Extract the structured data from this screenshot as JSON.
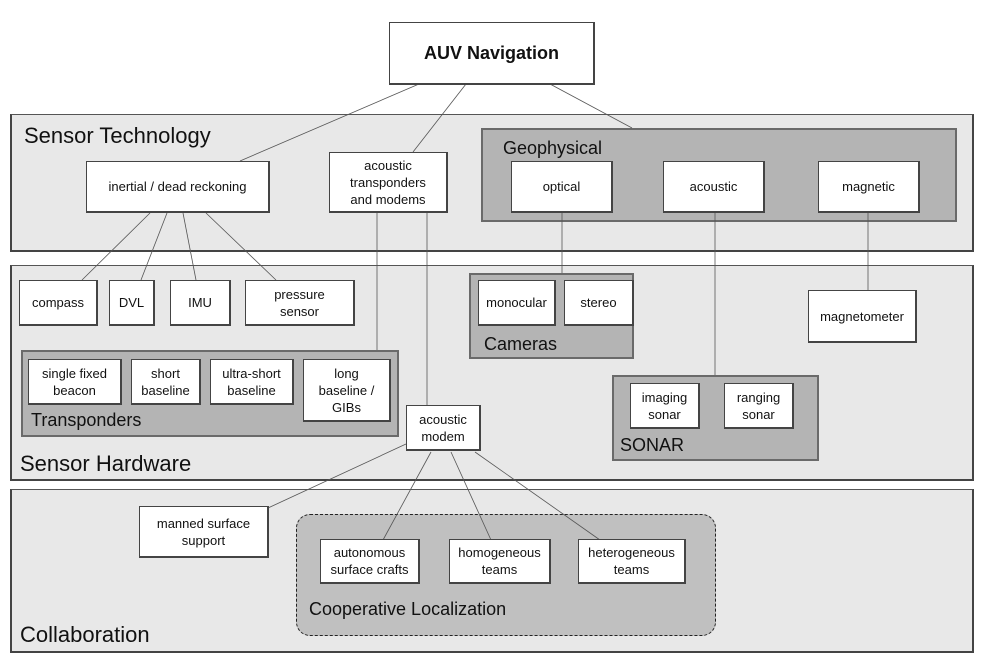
{
  "title": "AUV Navigation",
  "panels": {
    "sensor_technology": "Sensor Technology",
    "sensor_hardware": "Sensor Hardware",
    "collaboration": "Collaboration"
  },
  "groups": {
    "geophysical": "Geophysical",
    "cameras": "Cameras",
    "transponders": "Transponders",
    "sonar": "SONAR",
    "cooperative_localization": "Cooperative Localization"
  },
  "nodes": {
    "inertial": "inertial / dead reckoning",
    "acoustic_transponders": "acoustic\ntransponders\nand modems",
    "optical": "optical",
    "acoustic": "acoustic",
    "magnetic": "magnetic",
    "compass": "compass",
    "dvl": "DVL",
    "imu": "IMU",
    "pressure_sensor": "pressure\nsensor",
    "monocular": "monocular",
    "stereo": "stereo",
    "magnetometer": "magnetometer",
    "single_fixed_beacon": "single fixed\nbeacon",
    "short_baseline": "short\nbaseline",
    "ultra_short_baseline": "ultra-short\nbaseline",
    "long_baseline": "long\nbaseline /\nGIBs",
    "acoustic_modem": "acoustic\nmodem",
    "imaging_sonar": "imaging\nsonar",
    "ranging_sonar": "ranging\nsonar",
    "manned_surface_support": "manned surface\nsupport",
    "autonomous_surface_crafts": "autonomous\nsurface crafts",
    "homogeneous_teams": "homogeneous\nteams",
    "heterogeneous_teams": "heterogeneous\nteams"
  },
  "edges": [
    [
      "auv_navigation",
      "inertial"
    ],
    [
      "auv_navigation",
      "acoustic_transponders"
    ],
    [
      "auv_navigation",
      "geophysical"
    ],
    [
      "inertial",
      "compass"
    ],
    [
      "inertial",
      "dvl"
    ],
    [
      "inertial",
      "imu"
    ],
    [
      "inertial",
      "pressure_sensor"
    ],
    [
      "acoustic_transponders",
      "transponders"
    ],
    [
      "acoustic_transponders",
      "acoustic_modem"
    ],
    [
      "optical",
      "cameras"
    ],
    [
      "acoustic",
      "sonar"
    ],
    [
      "magnetic",
      "magnetometer"
    ],
    [
      "acoustic_modem",
      "manned_surface_support"
    ],
    [
      "acoustic_modem",
      "autonomous_surface_crafts"
    ],
    [
      "acoustic_modem",
      "homogeneous_teams"
    ],
    [
      "acoustic_modem",
      "heterogeneous_teams"
    ]
  ]
}
